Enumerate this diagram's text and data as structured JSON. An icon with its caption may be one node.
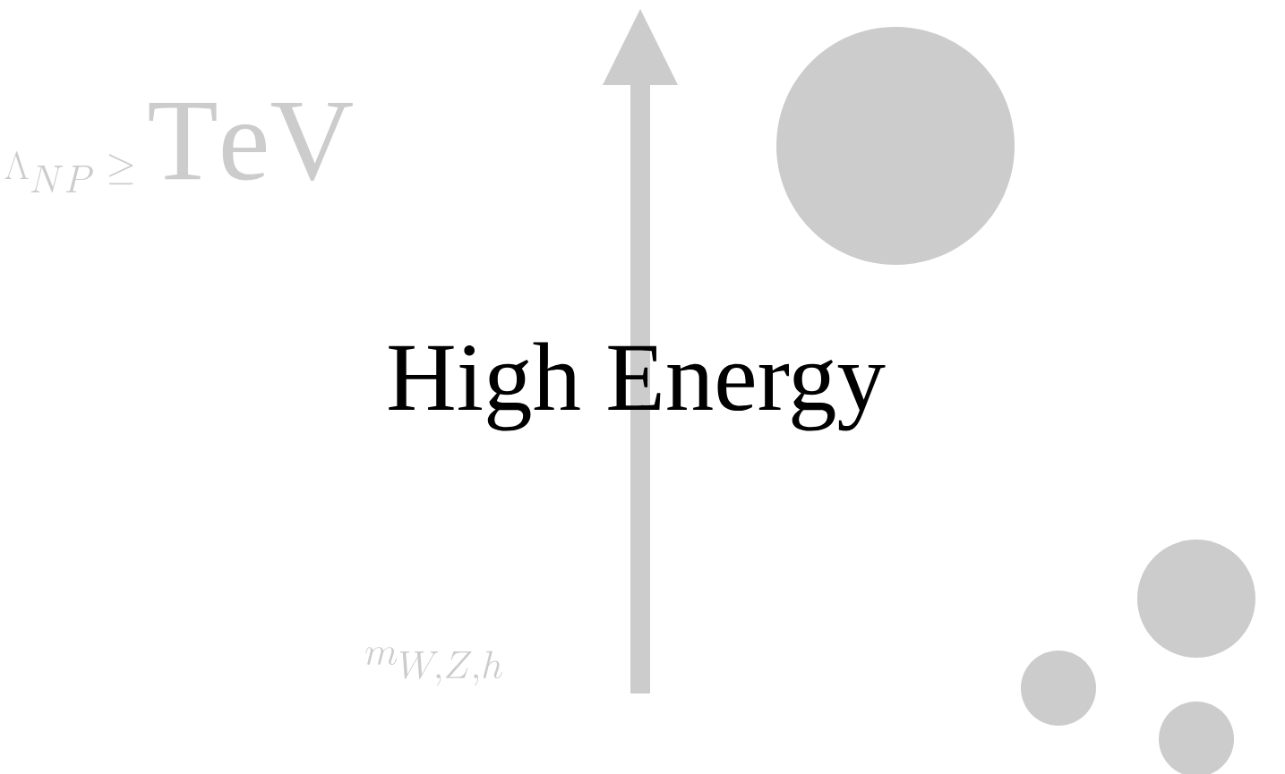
{
  "diagram": {
    "title": "High Energy",
    "nodes": [
      {
        "text": [],
        "shape": "circle"
      },
      {
        "text": [],
        "shape": "circle"
      },
      {
        "text": [],
        "shape": "circle"
      },
      {
        "text": [],
        "shape": "circle"
      }
    ],
    "labels": [
      "\\Lambda_{NP} \\geq \\mathrm{TeV}",
      "m_{W,Z,h}"
    ]
  }
}
